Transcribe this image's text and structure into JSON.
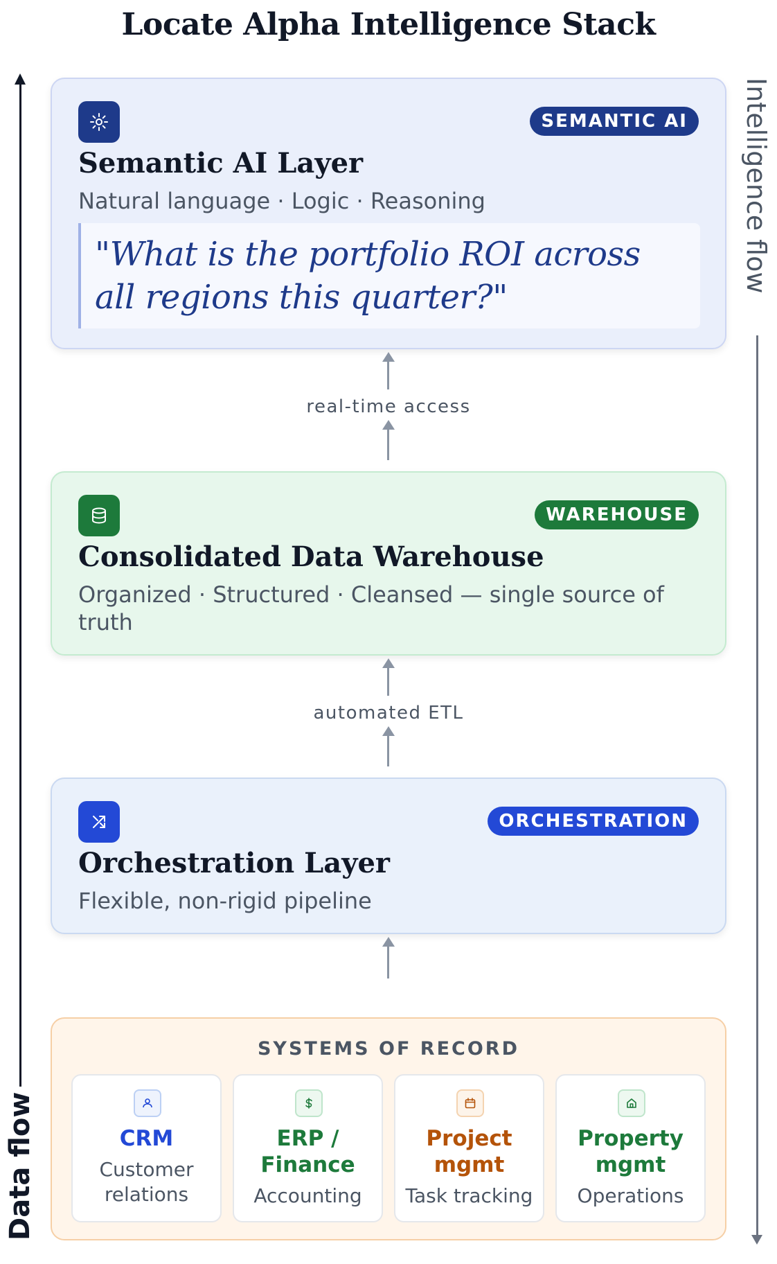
{
  "title": "Locate Alpha Intelligence Stack",
  "axes": {
    "left_label": "Data flow",
    "right_label": "Intelligence flow"
  },
  "layers": {
    "semantic": {
      "badge": "SEMANTIC AI",
      "title": "Semantic AI Layer",
      "subtitle": "Natural language · Logic · Reasoning",
      "quote": "\"What is the portfolio ROI across all regions this quarter?\"",
      "icon": "sparkle-icon",
      "color": "#1e3a8a"
    },
    "warehouse": {
      "badge": "WAREHOUSE",
      "title": "Consolidated Data Warehouse",
      "subtitle": "Organized · Structured · Cleansed — single source of truth",
      "icon": "database-icon",
      "color": "#1d7a3b"
    },
    "orchestration": {
      "badge": "ORCHESTRATION",
      "title": "Orchestration Layer",
      "subtitle": "Flexible, non-rigid pipeline",
      "icon": "shuffle-icon",
      "color": "#2349d6"
    }
  },
  "connectors": {
    "top": "real-time access",
    "middle": "automated ETL"
  },
  "systems": {
    "title": "SYSTEMS OF RECORD",
    "items": [
      {
        "name": "CRM",
        "desc": "Customer relations",
        "icon": "user-icon",
        "color": "#2349d6"
      },
      {
        "name": "ERP / Finance",
        "desc": "Accounting",
        "icon": "dollar-icon",
        "color": "#1d7a3b"
      },
      {
        "name": "Project mgmt",
        "desc": "Task tracking",
        "icon": "calendar-icon",
        "color": "#b45309"
      },
      {
        "name": "Property mgmt",
        "desc": "Operations",
        "icon": "home-icon",
        "color": "#1d7a3b"
      }
    ]
  }
}
